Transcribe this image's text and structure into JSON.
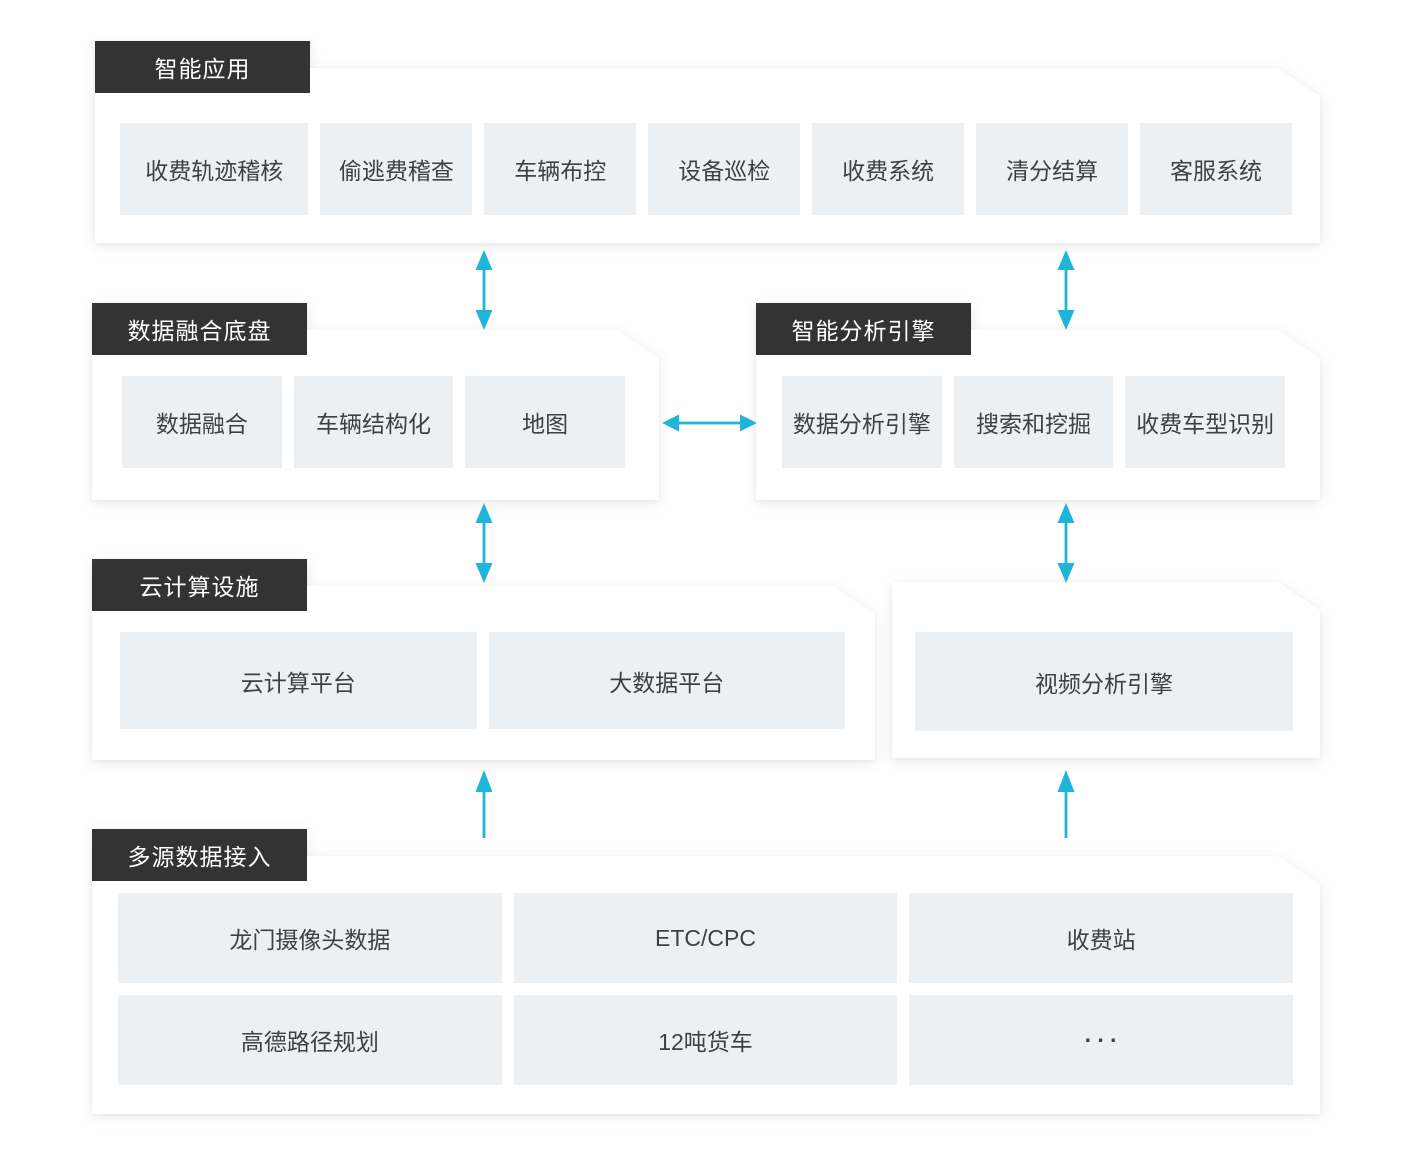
{
  "colors": {
    "accent": "#1fb5d8",
    "tab_bg": "#333333",
    "tab_text": "#ffffff",
    "item_bg": "#edf0f2",
    "item_text": "#3d4144",
    "panel_bg": "#ffffff",
    "page_bg": "#ffffff"
  },
  "diagram": {
    "apps": {
      "tab": "智能应用",
      "items": [
        "收费轨迹稽核",
        "偷逃费稽查",
        "车辆布控",
        "设备巡检",
        "收费系统",
        "清分结算",
        "客服系统"
      ]
    },
    "fusion": {
      "tab": "数据融合底盘",
      "items": [
        "数据融合",
        "车辆结构化",
        "地图"
      ]
    },
    "analysis": {
      "tab": "智能分析引擎",
      "items": [
        "数据分析引擎",
        "搜索和挖掘",
        "收费车型识别"
      ]
    },
    "cloud": {
      "tab": "云计算设施",
      "items": [
        "云计算平台",
        "大数据平台"
      ]
    },
    "video": {
      "items": [
        "视频分析引擎"
      ]
    },
    "sources": {
      "tab": "多源数据接入",
      "items": [
        "龙门摄像头数据",
        "ETC/CPC",
        "收费站",
        "高德路径规划",
        "12吨货车",
        "···"
      ]
    }
  }
}
